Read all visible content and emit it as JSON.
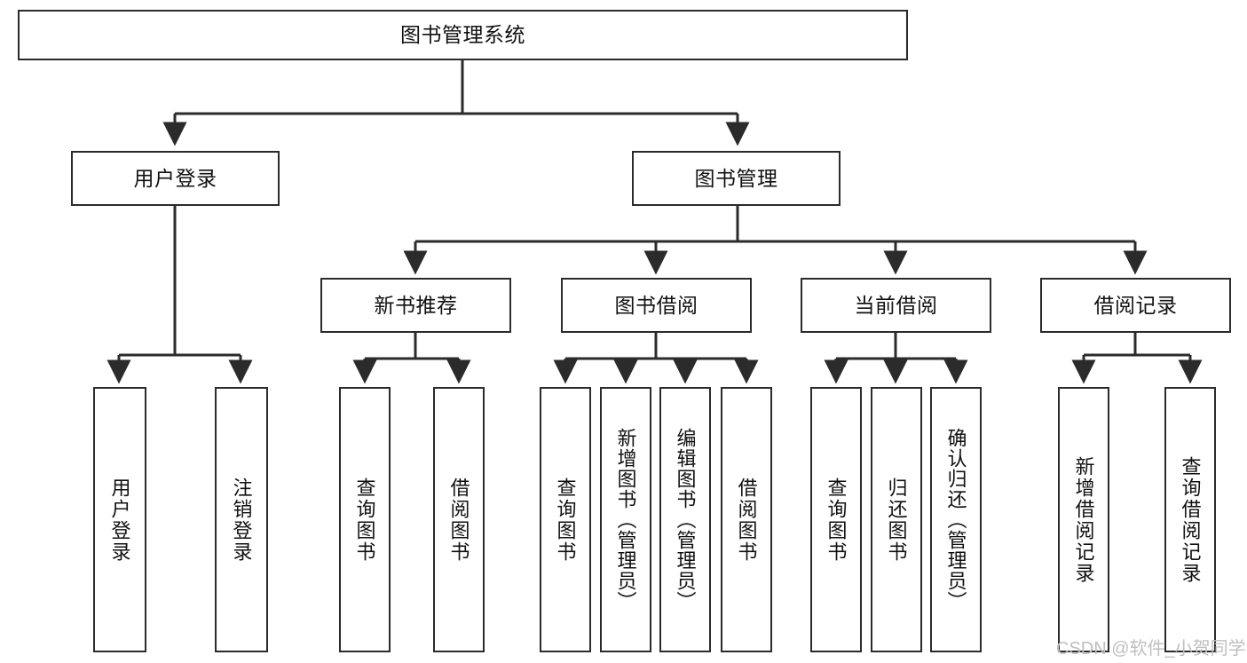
{
  "diagram": {
    "type": "tree",
    "title": "图书管理系统",
    "stroke_color": "#2b2b2b",
    "fill_color": "#ffffff",
    "text_color": "#111111"
  },
  "nodes": {
    "root": {
      "label": "图书管理系统"
    },
    "level2": [
      {
        "label": "用户登录"
      },
      {
        "label": "图书管理"
      }
    ],
    "level3": [
      {
        "label": "新书推荐"
      },
      {
        "label": "图书借阅"
      },
      {
        "label": "当前借阅"
      },
      {
        "label": "借阅记录"
      }
    ],
    "leaves": [
      {
        "label": "用户登录"
      },
      {
        "label": "注销登录"
      },
      {
        "label": "查询图书"
      },
      {
        "label": "借阅图书"
      },
      {
        "label": "查询图书"
      },
      {
        "label": "新增图书（管理员）"
      },
      {
        "label": "编辑图书（管理员）"
      },
      {
        "label": "借阅图书"
      },
      {
        "label": "查询图书"
      },
      {
        "label": "归还图书"
      },
      {
        "label": "确认归还（管理员）"
      },
      {
        "label": "新增借阅记录"
      },
      {
        "label": "查询借阅记录"
      }
    ]
  },
  "watermark": {
    "text": "CSDN @软件_小贺同学"
  }
}
